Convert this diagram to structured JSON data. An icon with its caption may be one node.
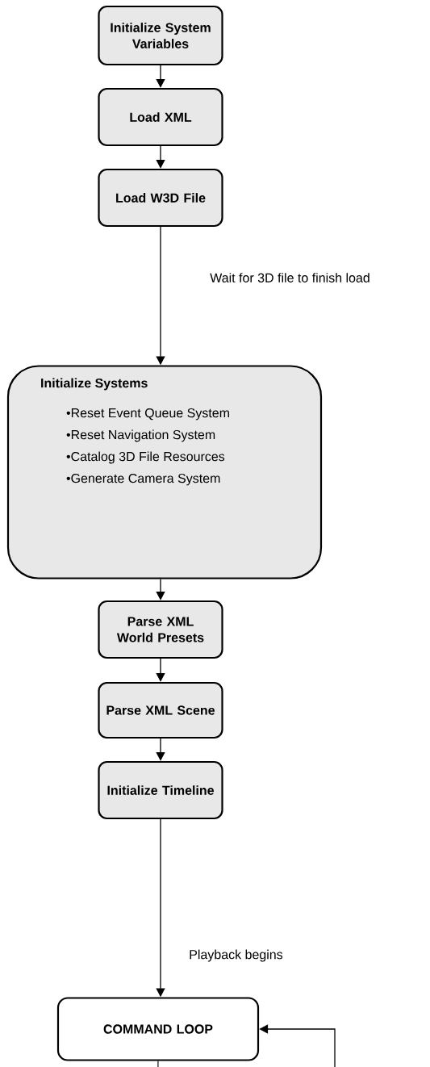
{
  "diagram": {
    "nodes": [
      {
        "text": [
          "Initialize System Variables"
        ]
      },
      {
        "text": [
          "Load XML"
        ]
      },
      {
        "text": [
          "Load W3D File"
        ]
      },
      {
        "text": [
          "Initialize Systems",
          "•Reset Event Queue System",
          "•Reset Navigation System",
          "•Catalog 3D File Resources",
          "•Generate Camera System"
        ]
      },
      {
        "text": [
          "Parse XML World Presets"
        ]
      },
      {
        "text": [
          "Parse XML Scene"
        ]
      },
      {
        "text": [
          "Initialize Timeline"
        ]
      },
      {
        "text": [
          "COMMAND LOOP"
        ]
      }
    ],
    "edges": [
      {
        "from": 0,
        "to": 1,
        "arrow": "to"
      },
      {
        "from": 1,
        "to": 2,
        "arrow": "to"
      },
      {
        "from": 2,
        "to": 3,
        "arrow": "to",
        "label": "Wait for 3D file to finish load"
      },
      {
        "from": 3,
        "to": 4,
        "arrow": "to"
      },
      {
        "from": 4,
        "to": 5,
        "arrow": "to"
      },
      {
        "from": 5,
        "to": 6,
        "arrow": "to"
      },
      {
        "from": 6,
        "to": 7,
        "arrow": "to",
        "label": "Playback begins"
      },
      {
        "from": 7,
        "to": null,
        "arrow": "none"
      },
      {
        "from": null,
        "to": 7,
        "arrow": "to"
      }
    ]
  }
}
